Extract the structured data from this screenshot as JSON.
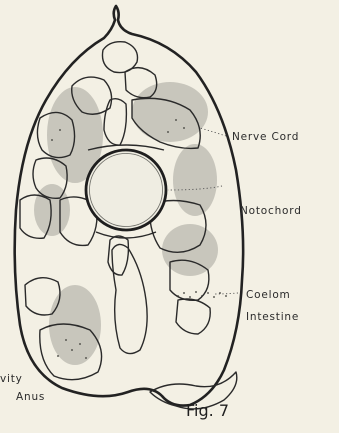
{
  "figure": {
    "caption": "Fig. 7",
    "labels": {
      "nerve_cord": "Nerve Cord",
      "notochord": "Notochord",
      "coelom": "Coelom",
      "intestine": "Intestine",
      "cavity_partial": "vity",
      "anus": "Anus"
    }
  }
}
